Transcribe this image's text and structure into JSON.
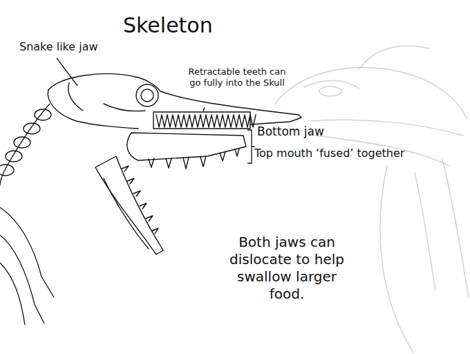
{
  "diagram": {
    "title": "Skeleton",
    "labels": [
      "Snake like jaw",
      "Retractable teeth can go fully into the Skull",
      "Bottom jaw",
      "Top mouth ‘fused’ together",
      "Both jaws can dislocate to help swallow larger food."
    ]
  }
}
